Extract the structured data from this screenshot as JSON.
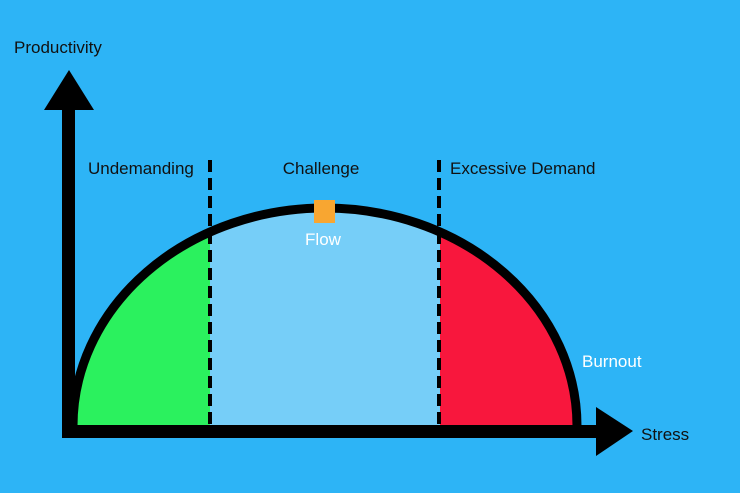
{
  "colors": {
    "background": "#2DB4F6",
    "axis": "#000000",
    "zone_undemanding": "#2BF15E",
    "zone_challenge": "#76CEF8",
    "zone_excessive": "#F8173D",
    "flow_marker": "#F8A631",
    "dark_text": "#111111",
    "light_text": "#FFFFFF"
  },
  "axes": {
    "y_label": "Productivity",
    "x_label": "Stress"
  },
  "zones": {
    "undemanding": "Undemanding",
    "challenge": "Challenge",
    "excessive": "Excessive Demand"
  },
  "markers": {
    "flow": "Flow",
    "burnout": "Burnout"
  }
}
